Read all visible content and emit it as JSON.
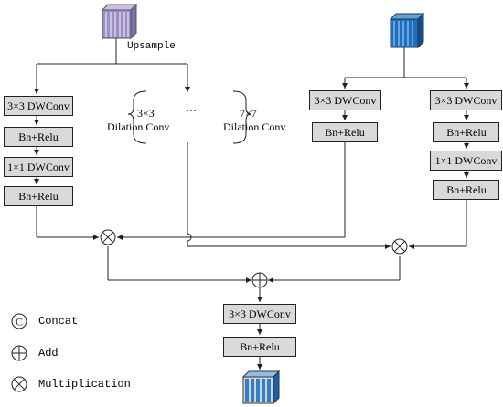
{
  "colors": {
    "box_fill": "#d9d9d9",
    "line": "#222222",
    "purple_block": "#9b8fc4",
    "blue_block": "#1f6fc0",
    "output_block": "#2f7fc9"
  },
  "icons": {
    "concat": "circled-c-icon",
    "add": "circle-plus-icon",
    "multiply": "circle-times-icon",
    "feature": "feature-cube-icon"
  },
  "diagram": {
    "upsample_label": "Upsample",
    "left_branch": [
      "3×3 DWConv",
      "Bn+Relu",
      "1×1 DWConv",
      "Bn+Relu"
    ],
    "dilation": {
      "first": "3×3",
      "first_sub": "Dilation Conv",
      "ellipsis": "···",
      "last": "7×7",
      "last_sub": "Dilation Conv"
    },
    "mid_branch": [
      "3×3 DWConv",
      "Bn+Relu"
    ],
    "right_branch": [
      "3×3 DWConv",
      "Bn+Relu",
      "1×1 DWConv",
      "Bn+Relu"
    ],
    "bottom": [
      "3×3 DWConv",
      "Bn+Relu"
    ]
  },
  "legend": {
    "concat": "Concat",
    "add": "Add",
    "multiply": "Multiplication"
  }
}
